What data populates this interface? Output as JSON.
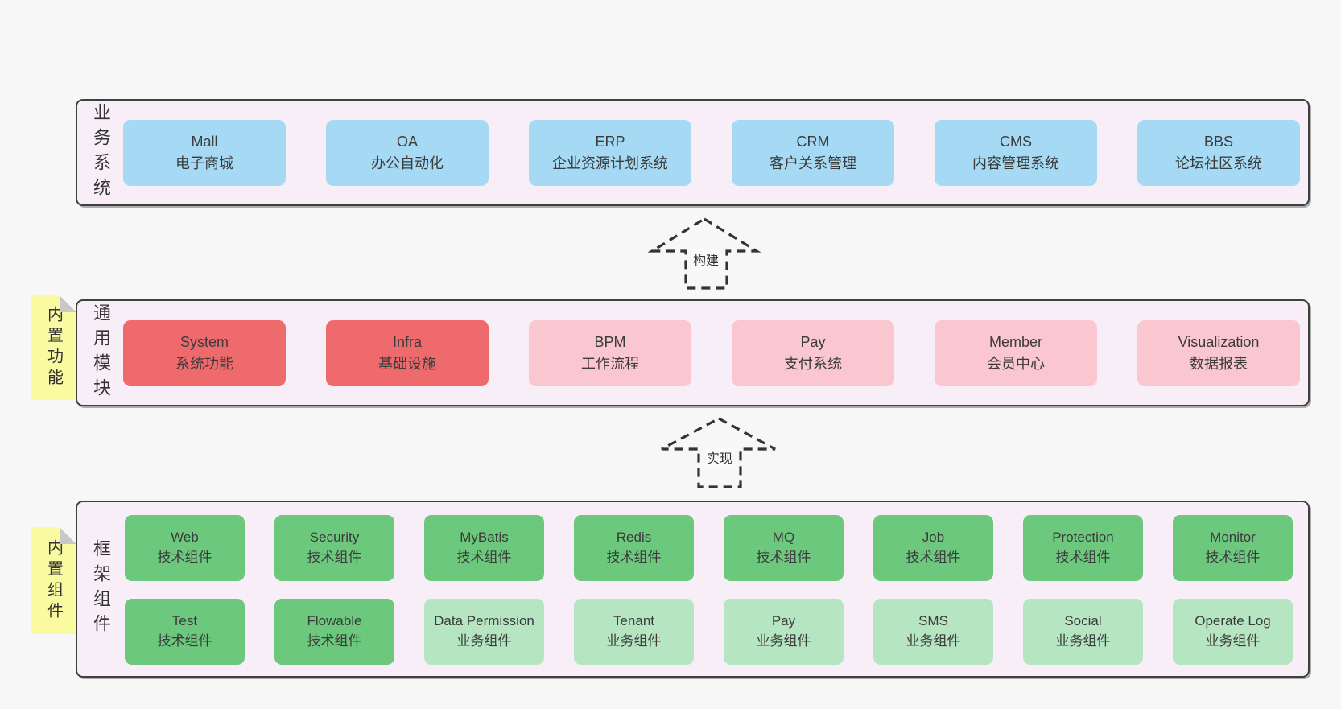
{
  "colors": {
    "page_bg": "#f7f7f7",
    "band_bg": "#f8eef7",
    "band_border": "#3f3f3f",
    "blue": "#a5d9f4",
    "red": "#ef6a6c",
    "pink": "#fac7d1",
    "green": "#6cc87d",
    "light_green": "#b6e5c1",
    "tag_yellow": "#fafaa0",
    "tag_fold_gray": "#c8c8c8",
    "text": "#3b3b3b"
  },
  "arrows": [
    {
      "label": "构建"
    },
    {
      "label": "实现"
    }
  ],
  "bands": [
    {
      "label": "业务系统",
      "boxes": [
        {
          "title": "Mall",
          "subtitle": "电子商城"
        },
        {
          "title": "OA",
          "subtitle": "办公自动化"
        },
        {
          "title": "ERP",
          "subtitle": "企业资源计划系统"
        },
        {
          "title": "CRM",
          "subtitle": "客户关系管理"
        },
        {
          "title": "CMS",
          "subtitle": "内容管理系统"
        },
        {
          "title": "BBS",
          "subtitle": "论坛社区系统"
        }
      ]
    },
    {
      "label": "通用模块",
      "tag": "内置功能",
      "boxes": [
        {
          "title": "System",
          "subtitle": "系统功能"
        },
        {
          "title": "Infra",
          "subtitle": "基础设施"
        },
        {
          "title": "BPM",
          "subtitle": "工作流程"
        },
        {
          "title": "Pay",
          "subtitle": "支付系统"
        },
        {
          "title": "Member",
          "subtitle": "会员中心"
        },
        {
          "title": "Visualization",
          "subtitle": "数据报表"
        }
      ]
    },
    {
      "label": "框架组件",
      "tag": "内置组件",
      "rows": [
        [
          {
            "title": "Web",
            "subtitle": "技术组件"
          },
          {
            "title": "Security",
            "subtitle": "技术组件"
          },
          {
            "title": "MyBatis",
            "subtitle": "技术组件"
          },
          {
            "title": "Redis",
            "subtitle": "技术组件"
          },
          {
            "title": "MQ",
            "subtitle": "技术组件"
          },
          {
            "title": "Job",
            "subtitle": "技术组件"
          },
          {
            "title": "Protection",
            "subtitle": "技术组件"
          },
          {
            "title": "Monitor",
            "subtitle": "技术组件"
          }
        ],
        [
          {
            "title": "Test",
            "subtitle": "技术组件"
          },
          {
            "title": "Flowable",
            "subtitle": "技术组件"
          },
          {
            "title": "Data Permission",
            "subtitle": "业务组件"
          },
          {
            "title": "Tenant",
            "subtitle": "业务组件"
          },
          {
            "title": "Pay",
            "subtitle": "业务组件"
          },
          {
            "title": "SMS",
            "subtitle": "业务组件"
          },
          {
            "title": "Social",
            "subtitle": "业务组件"
          },
          {
            "title": "Operate Log",
            "subtitle": "业务组件"
          }
        ]
      ]
    }
  ]
}
